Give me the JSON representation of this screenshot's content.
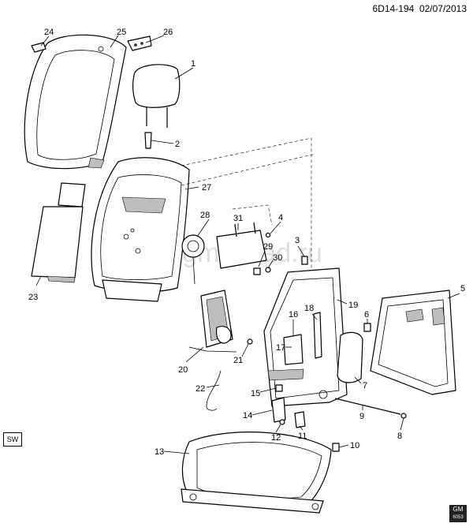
{
  "header": {
    "code": "6D14-194",
    "date": "02/07/2013"
  },
  "corner_badges": {
    "left": "SW",
    "right_line1": "GM",
    "right_line2": "6053"
  },
  "watermark": "www.gm-sklad.ru",
  "callouts": [
    "1",
    "2",
    "3",
    "4",
    "5",
    "6",
    "7",
    "8",
    "9",
    "10",
    "11",
    "12",
    "13",
    "14",
    "15",
    "16",
    "17",
    "18",
    "19",
    "20",
    "21",
    "22",
    "23",
    "24",
    "25",
    "26",
    "27",
    "28",
    "29",
    "30",
    "31"
  ]
}
